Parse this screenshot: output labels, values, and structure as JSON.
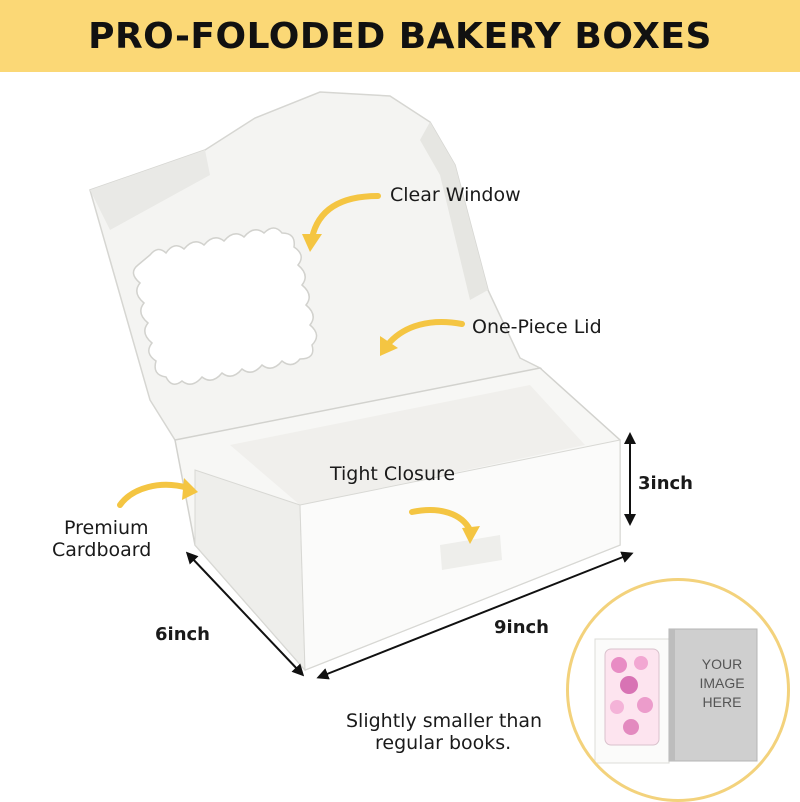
{
  "banner": {
    "title": "PRO-FOLODED BAKERY BOXES"
  },
  "callouts": {
    "clear_window": "Clear Window",
    "one_piece_lid": "One-Piece Lid",
    "tight_closure": "Tight Closure",
    "premium_cardboard_line1": "Premium",
    "premium_cardboard_line2": "Cardboard"
  },
  "dimensions": {
    "height": "3inch",
    "width": "9inch",
    "depth": "6inch"
  },
  "comparison": {
    "note_line1": "Slightly smaller than",
    "note_line2": "regular books.",
    "book_text": "YOUR\nIMAGE\nHERE"
  },
  "colors": {
    "banner": "#fbd876",
    "arrow": "#f4c542",
    "box": "#ffffff",
    "circle_border": "#f3d27c"
  }
}
